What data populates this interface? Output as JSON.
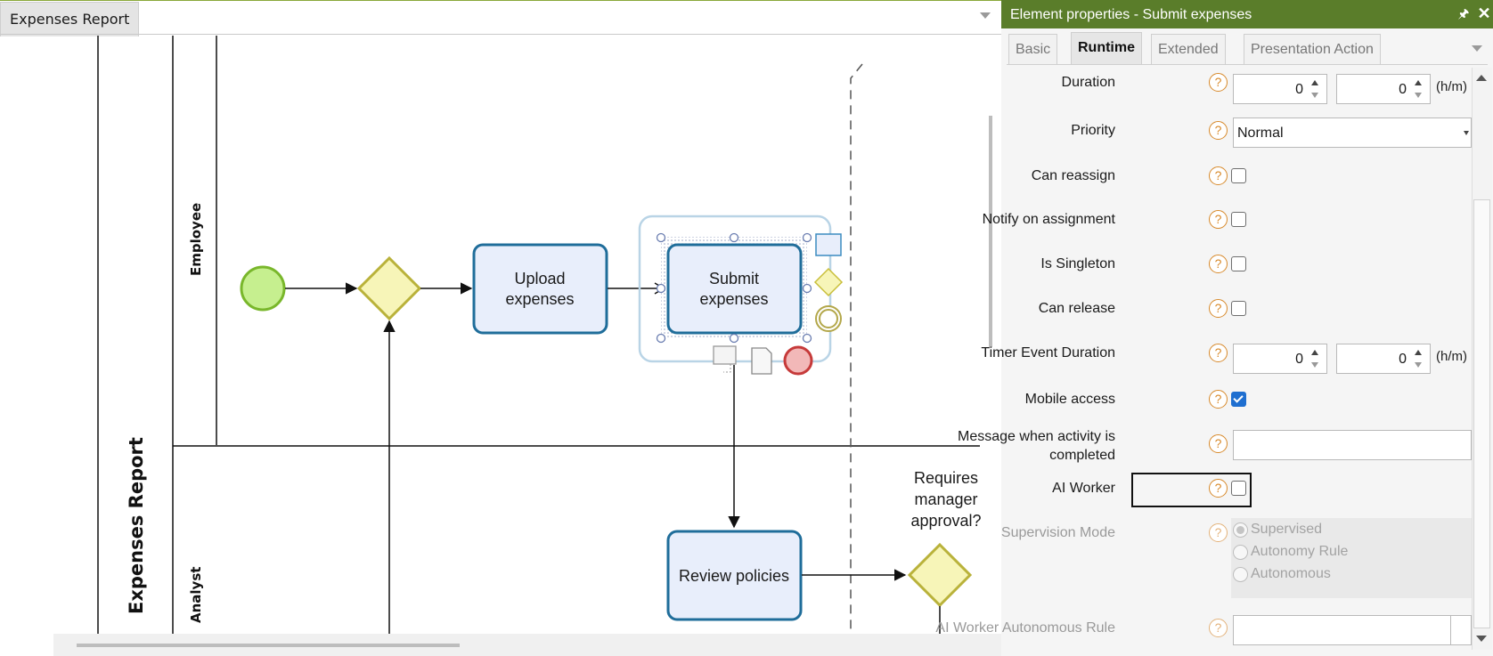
{
  "canvas": {
    "tab_title": "Expenses Report",
    "pool_name": "Expenses Report",
    "lanes": [
      "Employee",
      "Analyst"
    ],
    "nodes": {
      "upload": [
        "Upload",
        "expenses"
      ],
      "submit": [
        "Submit",
        "expenses"
      ],
      "review": "Review policies",
      "gateway_question": [
        "Requires",
        "manager",
        "approval?"
      ]
    }
  },
  "panel": {
    "title": "Element properties - Submit expenses",
    "tabs": [
      "Basic",
      "Runtime",
      "Extended",
      "Presentation Action"
    ],
    "active_tab": "Runtime",
    "help_glyph": "?",
    "fields": {
      "duration": {
        "label": "Duration",
        "hours": "0",
        "minutes": "0",
        "unit": "(h/m)"
      },
      "priority": {
        "label": "Priority",
        "value": "Normal"
      },
      "can_reassign": {
        "label": "Can reassign",
        "checked": false
      },
      "notify_on_assignment": {
        "label": "Notify on assignment",
        "checked": false
      },
      "is_singleton": {
        "label": "Is Singleton",
        "checked": false
      },
      "can_release": {
        "label": "Can release",
        "checked": false
      },
      "timer_event_duration": {
        "label": "Timer Event Duration",
        "hours": "0",
        "minutes": "0",
        "unit": "(h/m)"
      },
      "mobile_access": {
        "label": "Mobile access",
        "checked": true
      },
      "message_when_completed": {
        "label_line1": "Message when activity is",
        "label_line2": "completed",
        "value": ""
      },
      "ai_worker": {
        "label": "AI Worker",
        "checked": false
      },
      "supervision_mode": {
        "label": "Supervision Mode",
        "options": [
          "Supervised",
          "Autonomy Rule",
          "Autonomous"
        ],
        "selected": "Supervised"
      },
      "ai_worker_autonomous_rule": {
        "label": "AI Worker Autonomous Rule",
        "value": ""
      }
    }
  },
  "colors": {
    "panel_header": "#5a7d2a",
    "task_fill": "#e8eefb",
    "task_stroke": "#1f6d9a",
    "gateway_fill": "#f7f5b8",
    "start_fill": "#c6ef8f",
    "help_icon": "#d7892a",
    "check_on": "#1f6fd0"
  }
}
